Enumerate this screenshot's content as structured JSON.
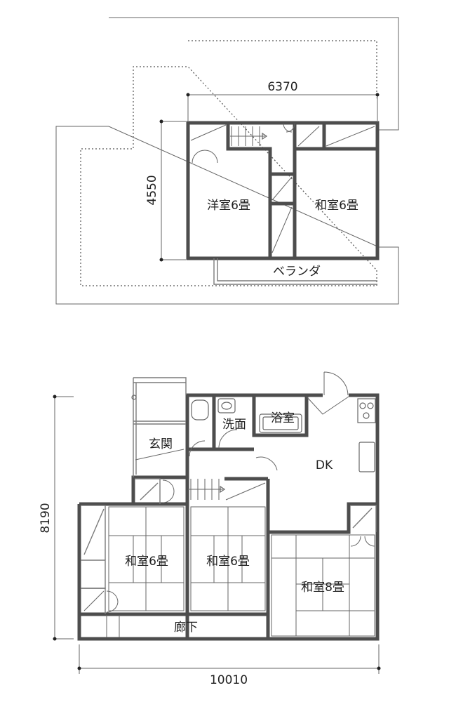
{
  "upper_floor": {
    "dimension_width": "6370",
    "dimension_height": "4550",
    "rooms": {
      "western_room": "洋室6畳",
      "japanese_room": "和室6畳",
      "veranda": "ベランダ"
    }
  },
  "lower_floor": {
    "dimension_width": "10010",
    "dimension_height": "8190",
    "rooms": {
      "washroom": "洗面",
      "bathroom": "浴室",
      "entrance": "玄関",
      "dining_kitchen": "DK",
      "japanese_room_1": "和室6畳",
      "japanese_room_2": "和室6畳",
      "japanese_room_3": "和室8畳",
      "corridor": "廊下"
    }
  }
}
